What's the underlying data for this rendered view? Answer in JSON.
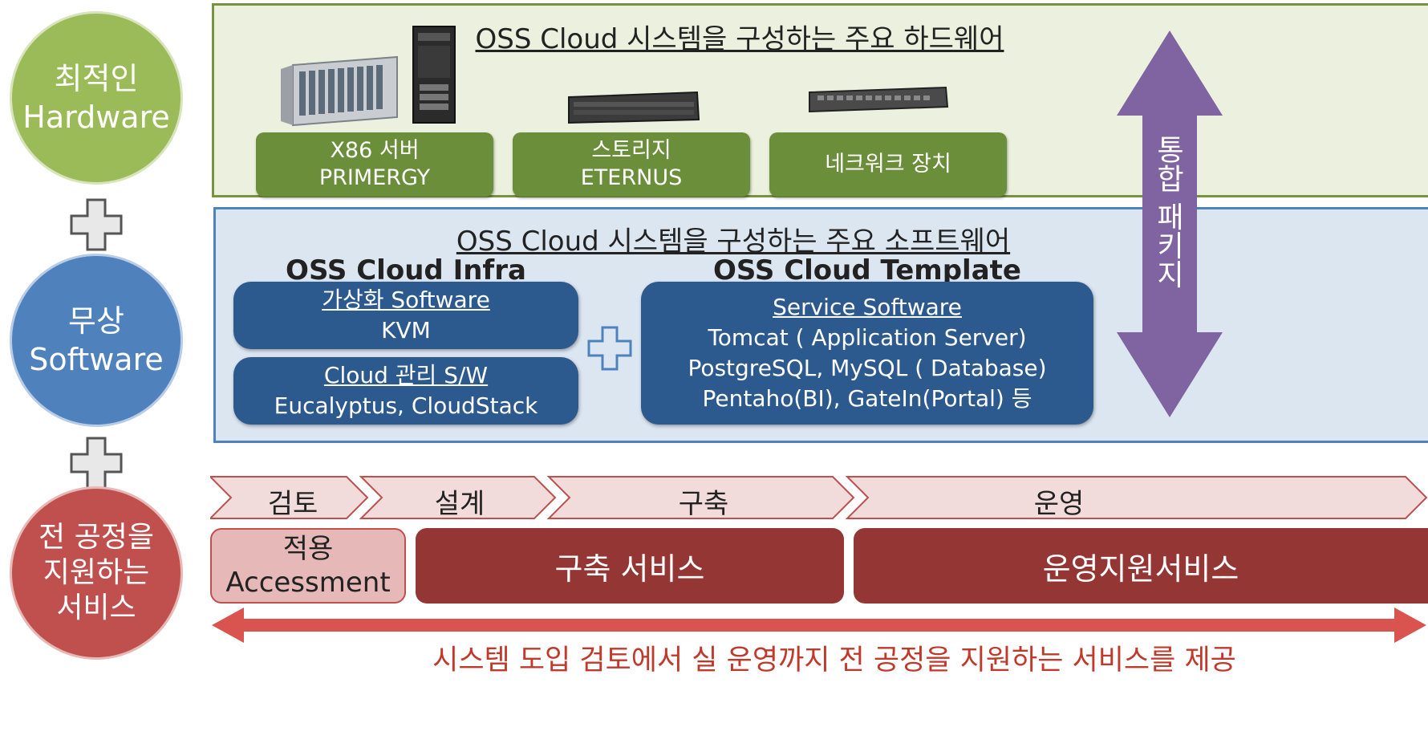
{
  "left_column": {
    "hardware": {
      "line1": "최적인",
      "line2": "Hardware",
      "color": "#9bbb59"
    },
    "software": {
      "line1": "무상",
      "line2": "Software",
      "color": "#4f81bd"
    },
    "service": {
      "line1": "전 공정을",
      "line2": "지원하는",
      "line3": "서비스",
      "color": "#c0504d"
    }
  },
  "hardware_panel": {
    "title": "OSS Cloud 시스템을 구성하는 주요 하드웨어",
    "bg_color": "#ebf1de",
    "border_color": "#77933c",
    "items": [
      {
        "line1": "X86 서버",
        "line2": "PRIMERGY"
      },
      {
        "line1": "스토리지",
        "line2": "ETERNUS"
      },
      {
        "line1": "네크워크 장치",
        "line2": ""
      }
    ]
  },
  "software_panel": {
    "title": "OSS Cloud 시스템을 구성하는 주요 소프트웨어",
    "bg_color": "#dce6f1",
    "border_color": "#4f81bd",
    "infra_heading": "OSS Cloud Infra",
    "template_heading": "OSS Cloud Template",
    "infra_boxes": [
      {
        "title": "가상화 Software",
        "body": "KVM"
      },
      {
        "title": "Cloud 관리 S/W",
        "body": "Eucalyptus, CloudStack"
      }
    ],
    "template_box": {
      "title": "Service Software",
      "lines": [
        "Tomcat ( Application Server)",
        "PostgreSQL, MySQL ( Database)",
        "Pentaho(BI), GateIn(Portal) 등"
      ]
    }
  },
  "integration_arrow": {
    "label": "통합 패키지",
    "color": "#8064a2"
  },
  "process": {
    "steps": [
      "검토",
      "설계",
      "구축",
      "운영"
    ],
    "chevron_color": "#f2dcdb",
    "services": [
      {
        "line1": "적용",
        "line2": "Accessment"
      },
      {
        "line1": "구축 서비스",
        "line2": ""
      },
      {
        "line1": "운영지원서비스",
        "line2": ""
      }
    ],
    "service_dark_color": "#943634",
    "service_light_color": "#e6b9b8"
  },
  "bottom": {
    "text": "시스템 도입 검토에서 실 운영까지 전 공정을 지원하는 서비스를 제공",
    "arrow_color": "#d9534f"
  }
}
